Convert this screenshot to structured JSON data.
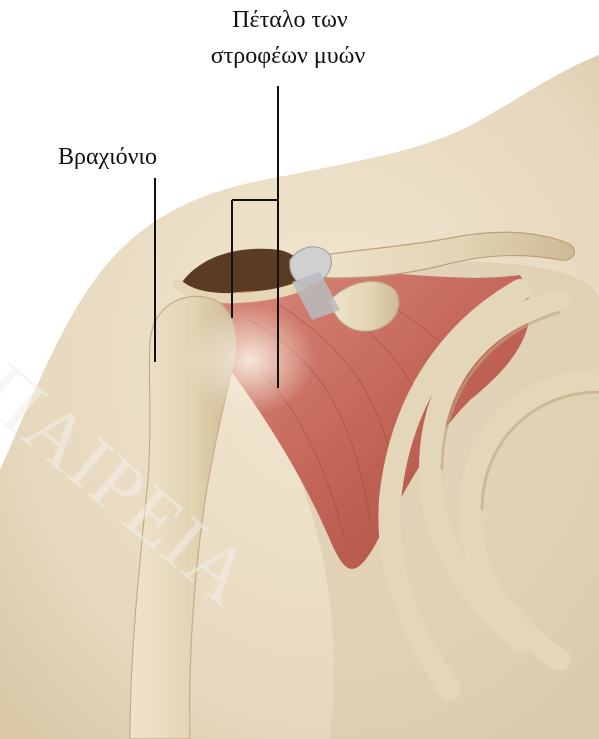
{
  "labels": {
    "rotator_cuff_line1": "Πέταλο των",
    "rotator_cuff_line2": "στροφέων μυών",
    "humerus": "Βραχιόνιο"
  },
  "watermark": "ΠΑΙΡΕΙΑ",
  "colors": {
    "background": "#ffffff",
    "skin": "#e9dcc4",
    "bone": "#e8dcc0",
    "muscle": "#b8584c",
    "leader_line": "#111111"
  }
}
